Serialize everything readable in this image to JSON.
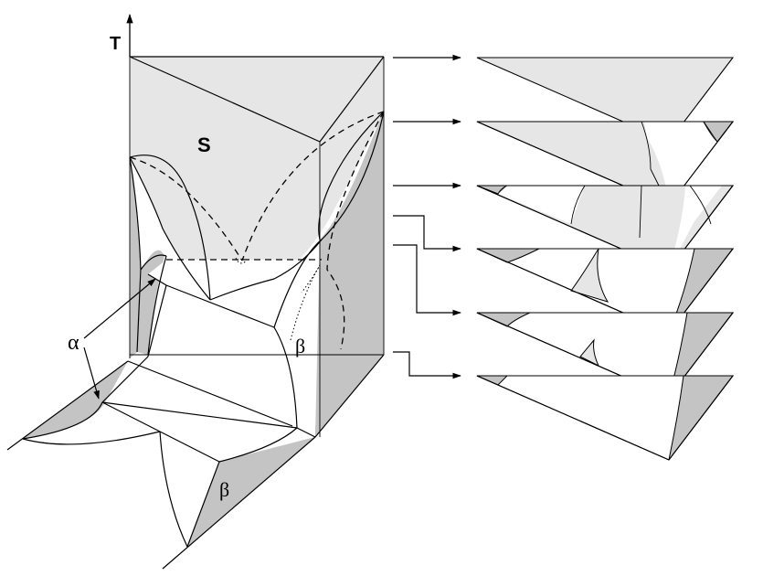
{
  "axis": {
    "label": "T"
  },
  "labels": {
    "solid_region": "S",
    "alpha": "α",
    "beta_upper": "β",
    "beta_lower": "β"
  },
  "colors": {
    "light_fill": "#e6e6e6",
    "dark_fill": "#c4c4c4",
    "white": "#ffffff",
    "line": "#000000"
  },
  "sections": {
    "count": 6
  }
}
